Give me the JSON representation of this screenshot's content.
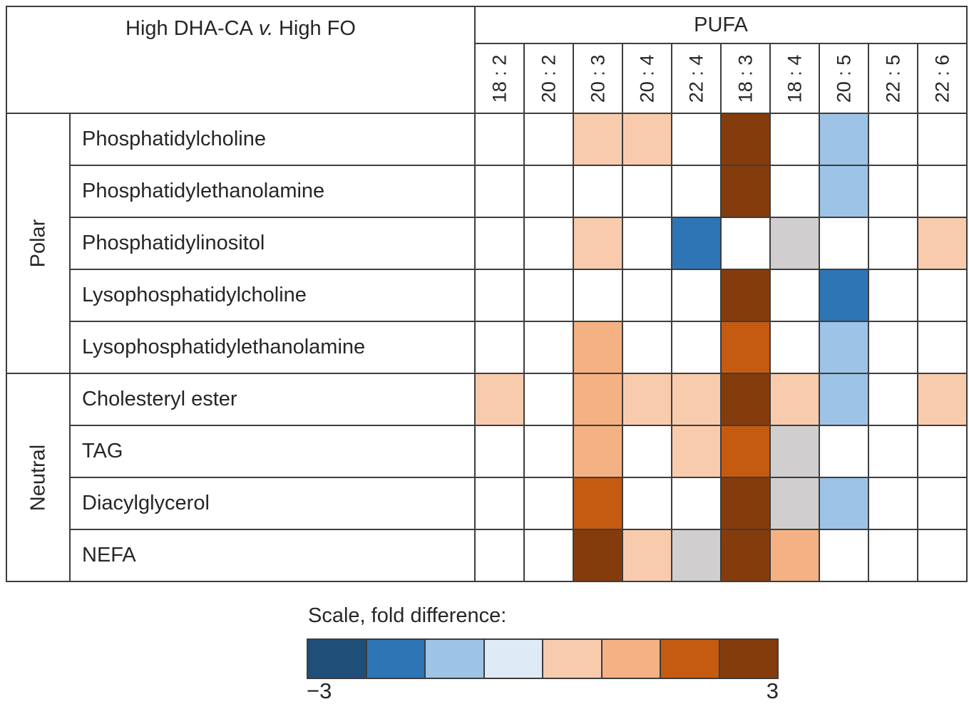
{
  "figure": {
    "title_pre": "High DHA-CA",
    "title_vs": "v.",
    "title_post": "High FO",
    "pufa_label": "PUFA"
  },
  "chart_data": {
    "type": "heatmap",
    "title": "High DHA-CA v. High FO",
    "column_group_label": "PUFA",
    "columns": [
      "18 : 2",
      "20 : 2",
      "20 : 3",
      "20 : 4",
      "22 : 4",
      "18 : 3",
      "18 : 4",
      "20 : 5",
      "22 : 5",
      "22 : 6"
    ],
    "row_groups": [
      {
        "label": "Polar",
        "rows": [
          "Phosphatidylcholine",
          "Phosphatidylethanolamine",
          "Phosphatidylinositol",
          "Lysophosphatidylcholine",
          "Lysophosphatidylethanolamine"
        ]
      },
      {
        "label": "Neutral",
        "rows": [
          "Cholesteryl ester",
          "TAG",
          "Diacylglycerol",
          "NEFA"
        ]
      }
    ],
    "cells_encoding": "per row, per column: legend bin 1-8 on the fold-difference colour scale (1 = -3 dark blue ... 8 = +3 dark brown), 0 = unshaded white, \"na\" = grey cell",
    "cells": [
      [
        0,
        0,
        5,
        5,
        0,
        8,
        0,
        3,
        0,
        0
      ],
      [
        0,
        0,
        0,
        0,
        0,
        8,
        0,
        3,
        0,
        0
      ],
      [
        0,
        0,
        5,
        0,
        2,
        0,
        "na",
        0,
        0,
        5
      ],
      [
        0,
        0,
        0,
        0,
        0,
        8,
        0,
        2,
        0,
        0
      ],
      [
        0,
        0,
        6,
        0,
        0,
        7,
        0,
        3,
        0,
        0
      ],
      [
        5,
        0,
        6,
        5,
        5,
        8,
        5,
        3,
        0,
        5
      ],
      [
        0,
        0,
        6,
        0,
        5,
        7,
        "na",
        0,
        0,
        0
      ],
      [
        0,
        0,
        7,
        0,
        0,
        8,
        "na",
        3,
        0,
        0
      ],
      [
        0,
        0,
        8,
        5,
        "na",
        8,
        6,
        0,
        0,
        0
      ]
    ],
    "legend": {
      "title": "Scale, fold difference:",
      "min_label": "−3",
      "max_label": "3",
      "bin_colors": [
        "#1F4E79",
        "#2E75B6",
        "#9DC3E6",
        "#DEEBF7",
        "#F8CBAD",
        "#F4B183",
        "#C55A11",
        "#843C0C"
      ],
      "na_color": "#D0CECE",
      "empty_color": "#FFFFFF",
      "position": "below-table"
    }
  }
}
